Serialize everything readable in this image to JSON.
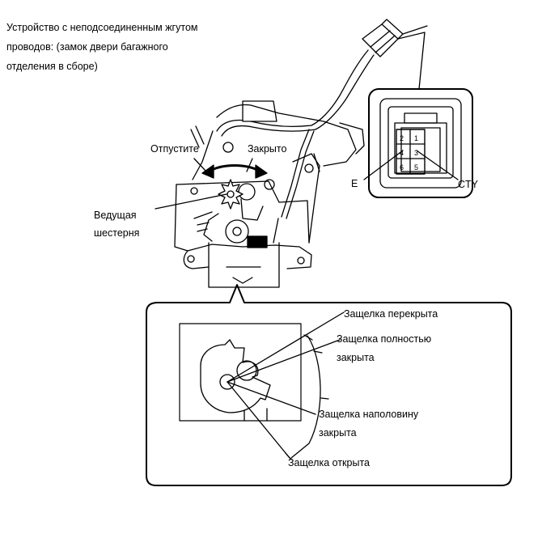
{
  "intro": {
    "line1": "Устройство с неподсоединенным жгутом",
    "line2": "проводов: (замок двери багажного",
    "line3": "отделения в сборе)"
  },
  "labels": {
    "release": "Отпустите",
    "close": "Закрыто",
    "drive_gear_line1": "Ведущая",
    "drive_gear_line2": "шестерня",
    "terminal_e": "E",
    "terminal_cty": "CTY",
    "latch_overlapped": "Защелка перекрыта",
    "latch_fully_closed_line1": "Защелка полностью",
    "latch_fully_closed_line2": "закрыта",
    "latch_half_closed_line1": "Защелка наполовину",
    "latch_half_closed_line2": "закрыта",
    "latch_open": "Защелка открыта"
  },
  "connector_pins": [
    "2",
    "1",
    "4",
    "3",
    "6",
    "5"
  ]
}
